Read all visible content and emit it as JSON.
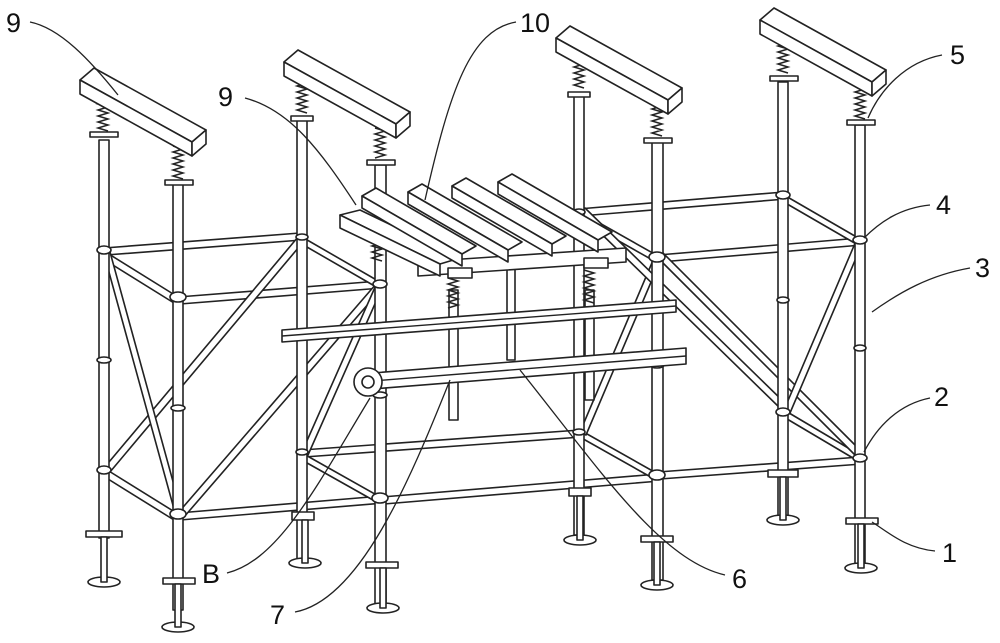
{
  "figure": {
    "callouts": [
      {
        "id": "c9a",
        "text": "9"
      },
      {
        "id": "c9b",
        "text": "9"
      },
      {
        "id": "c10",
        "text": "10"
      },
      {
        "id": "c5",
        "text": "5"
      },
      {
        "id": "c4",
        "text": "4"
      },
      {
        "id": "c3",
        "text": "3"
      },
      {
        "id": "c2",
        "text": "2"
      },
      {
        "id": "c1",
        "text": "1"
      },
      {
        "id": "c6",
        "text": "6"
      },
      {
        "id": "c7",
        "text": "7"
      },
      {
        "id": "cB",
        "text": "B"
      }
    ]
  }
}
